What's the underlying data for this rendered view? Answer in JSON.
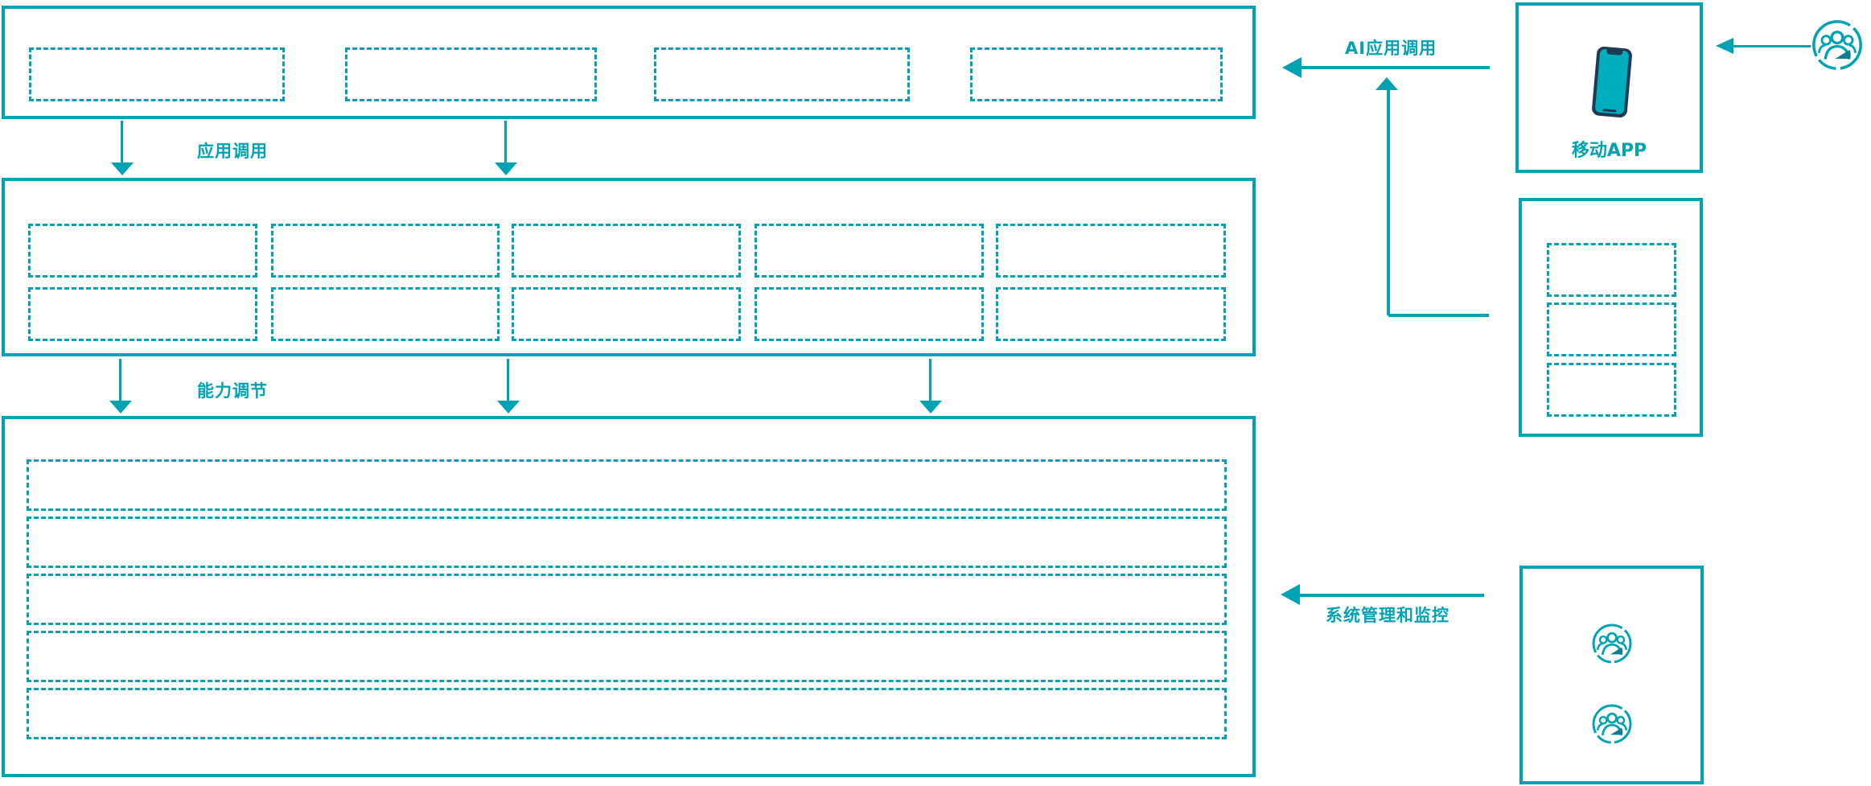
{
  "colors": {
    "accent": "#00a3b4",
    "phone_frame": "#1f3a54",
    "phone_screen": "#00aebe",
    "icon_wedge_fill": "#0d7d8f"
  },
  "labels": {
    "app_call": "应用调用",
    "capability_adjust": "能力调节",
    "ai_app_call": "AI应用调用",
    "mobile_app": "移动APP",
    "system_monitor": "系统管理和监控"
  },
  "panels": {
    "top_layer": {
      "placeholder_count": 4
    },
    "middle_layer": {
      "rows": 2,
      "columns": 5,
      "placeholder_count": 10
    },
    "bottom_layer": {
      "row_count": 5
    },
    "mobile_app_panel": {
      "icon": "smartphone-icon"
    },
    "right_middle_panel": {
      "placeholder_count": 3
    },
    "admin_users_panel": {
      "icon": "users-icon",
      "icon_count": 2
    }
  },
  "icons": {
    "top_right": "users-icon"
  }
}
